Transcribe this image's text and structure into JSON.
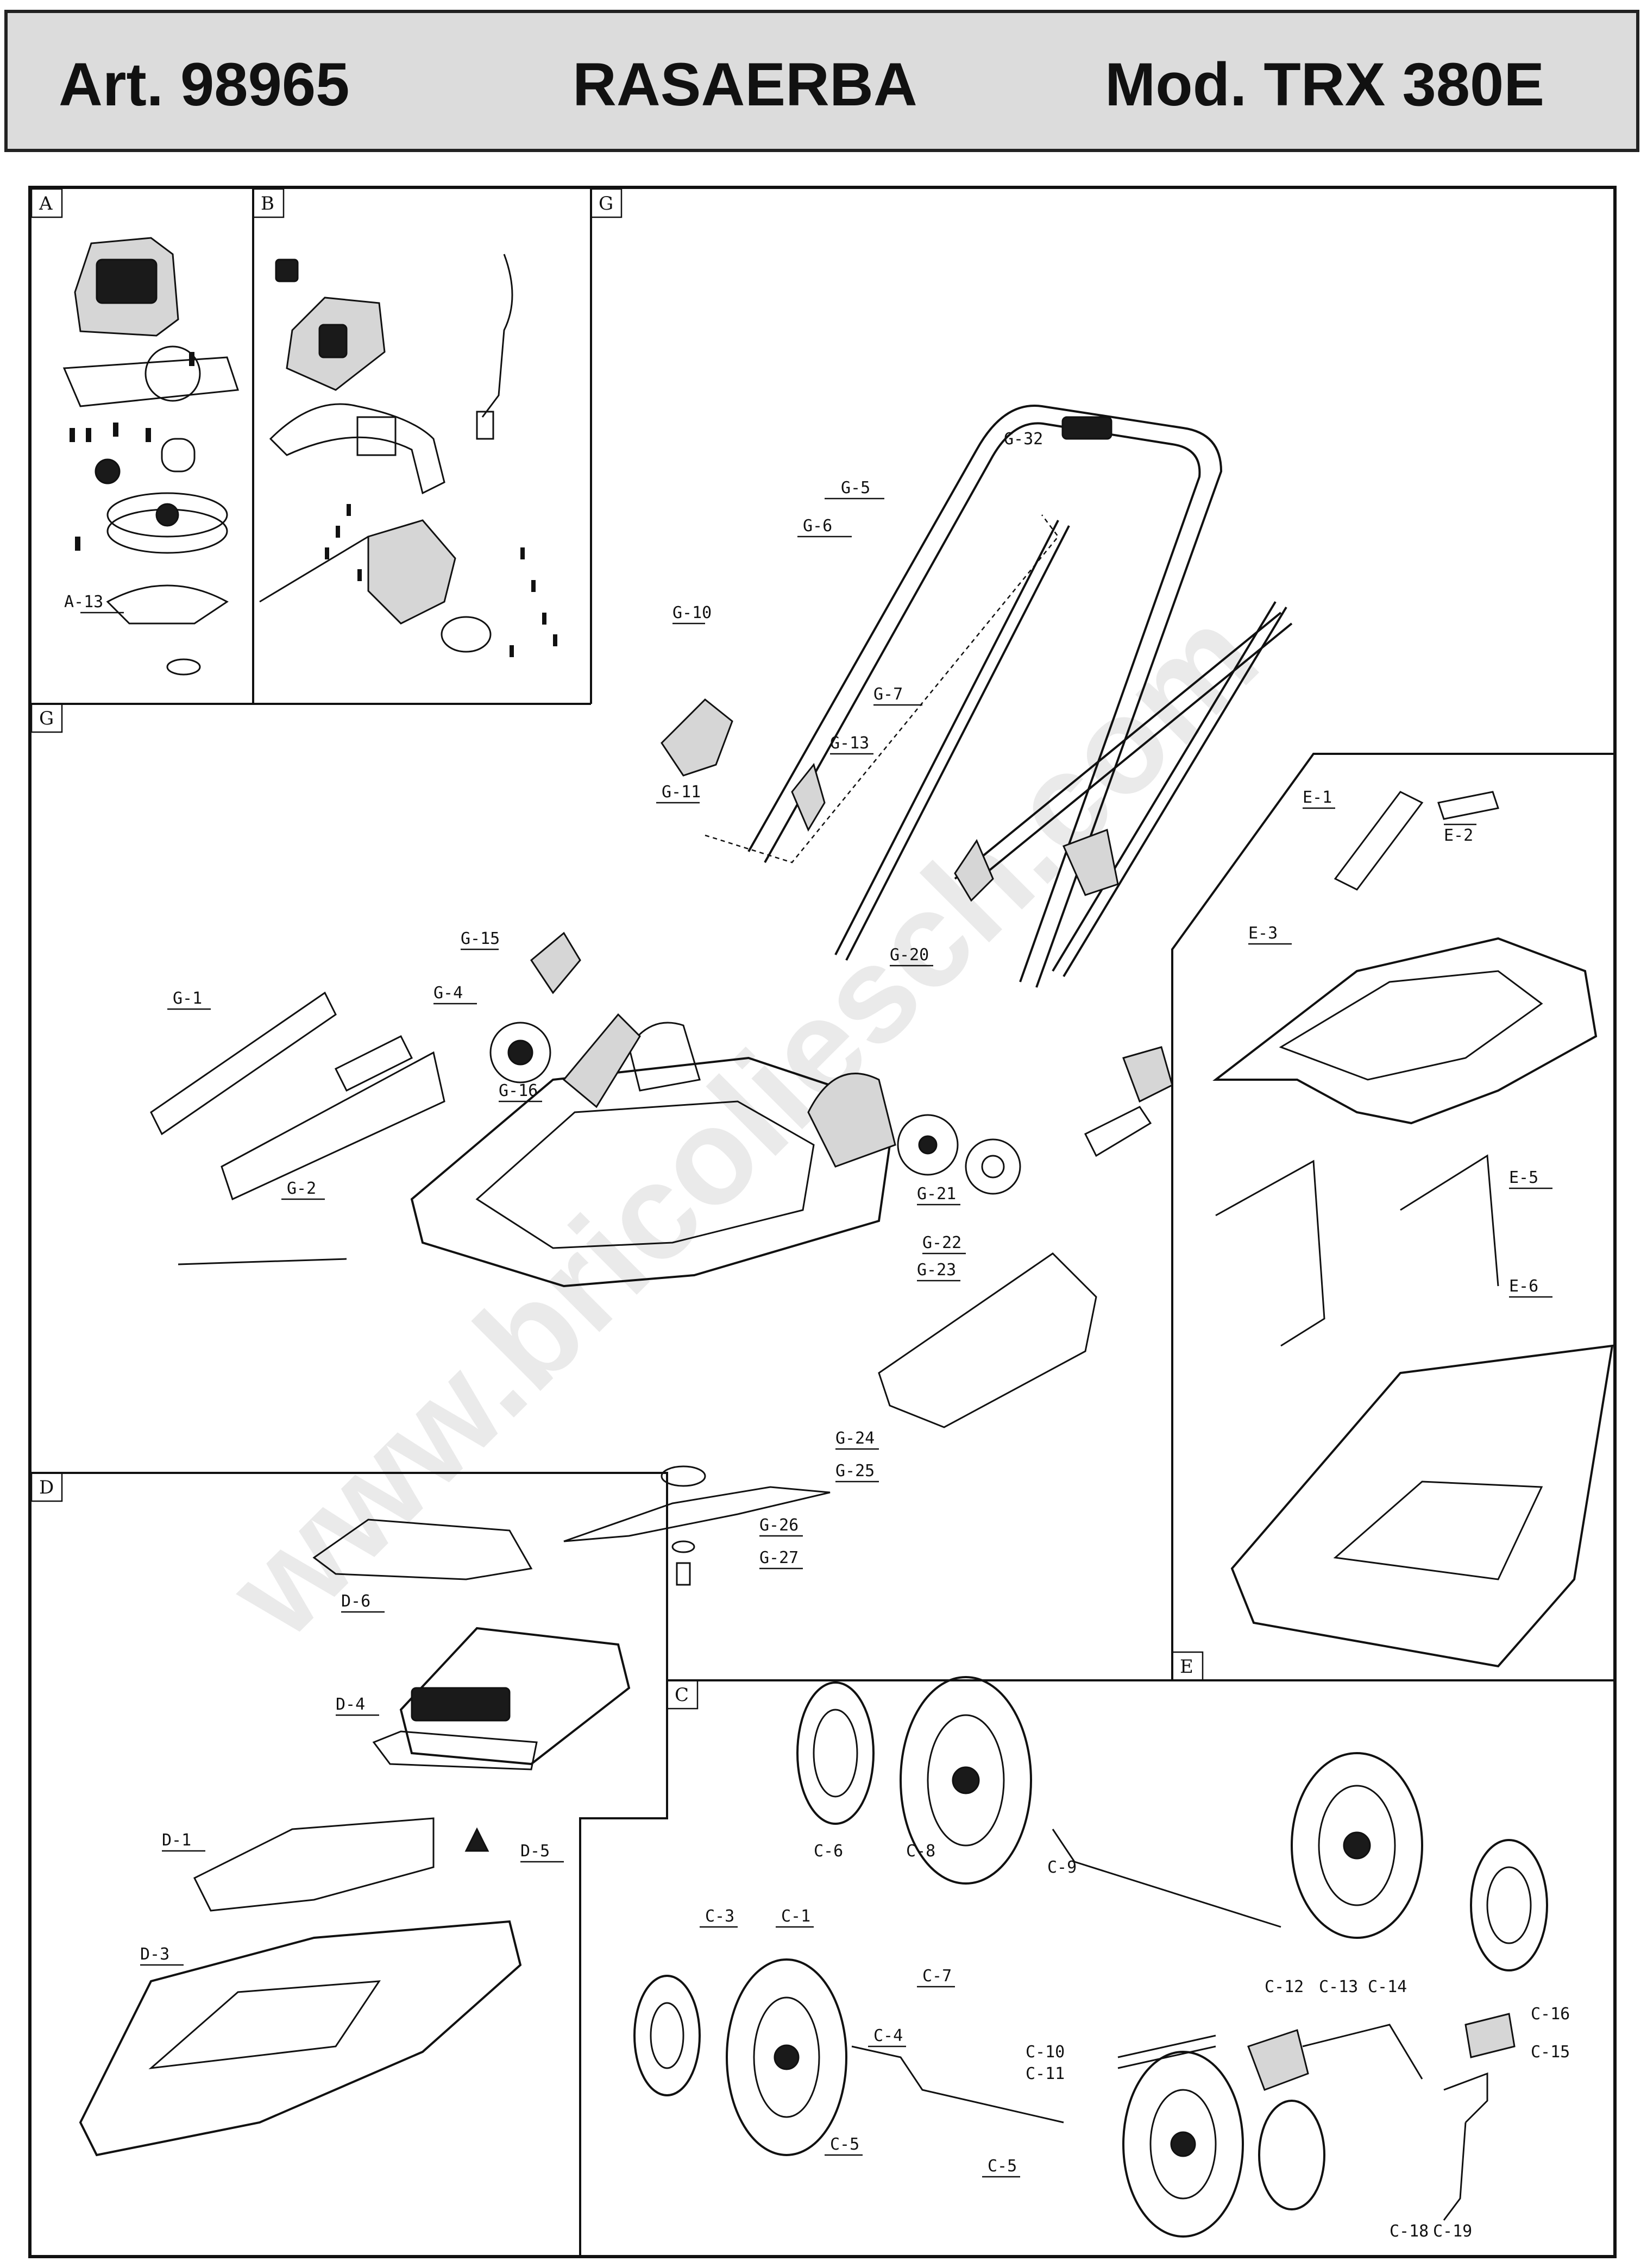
{
  "header": {
    "art": "Art. 98965",
    "name": "RASAERBA",
    "model": "Mod. TRX 380E"
  },
  "sections": {
    "A": "A",
    "B": "B",
    "G_top": "G",
    "G": "G",
    "E": "E",
    "D": "D",
    "C": "C"
  },
  "labels": {
    "A13": "A-13",
    "G5": "G-5",
    "G6": "G-6",
    "G32": "G-32",
    "G10": "G-10",
    "G11": "G-11",
    "G7": "G-7",
    "G13": "G-13",
    "G15": "G-15",
    "G16": "G-16",
    "G4": "G-4",
    "G1": "G-1",
    "G2": "G-2",
    "G20": "G-20",
    "G21": "G-21",
    "G22": "G-22",
    "G23": "G-23",
    "G24": "G-24",
    "G25": "G-25",
    "G26": "G-26",
    "G27": "G-27",
    "E1": "E-1",
    "E2": "E-2",
    "E3": "E-3",
    "E5": "E-5",
    "E6": "E-6",
    "D6": "D-6",
    "D4": "D-4",
    "D1": "D-1",
    "D5": "D-5",
    "D3": "D-3",
    "C6": "C-6",
    "C8": "C-8",
    "C9": "C-9",
    "C3": "C-3",
    "C1": "C-1",
    "C7": "C-7",
    "C4": "C-4",
    "C10": "C-10",
    "C11": "C-11",
    "C5a": "C-5",
    "C5b": "C-5",
    "C12": "C-12",
    "C13": "C-13",
    "C14": "C-14",
    "C16": "C-16",
    "C15": "C-15",
    "C18": "C-18",
    "C19": "C-19"
  },
  "watermark": "www.bricoliesch.com"
}
